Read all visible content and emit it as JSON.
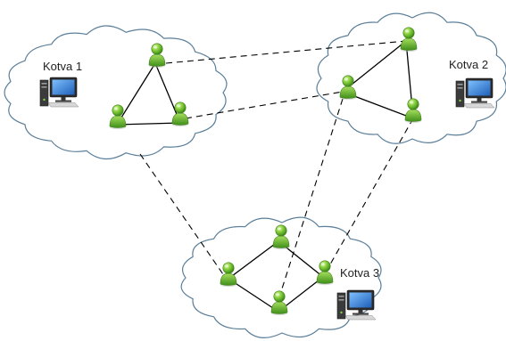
{
  "clouds": [
    {
      "id": "anchor-1",
      "label": "Kotva 1"
    },
    {
      "id": "anchor-2",
      "label": "Kotva 2"
    },
    {
      "id": "anchor-3",
      "label": "Kotva 3"
    }
  ],
  "icons": {
    "peer": "user-icon",
    "anchor": "desktop-computer-icon"
  },
  "colors": {
    "peer_green": "#7cc33a",
    "peer_dark_green": "#3f8f1a",
    "cloud_outline": "#5b7f9a",
    "monitor_blue": "#2f7fd6"
  }
}
